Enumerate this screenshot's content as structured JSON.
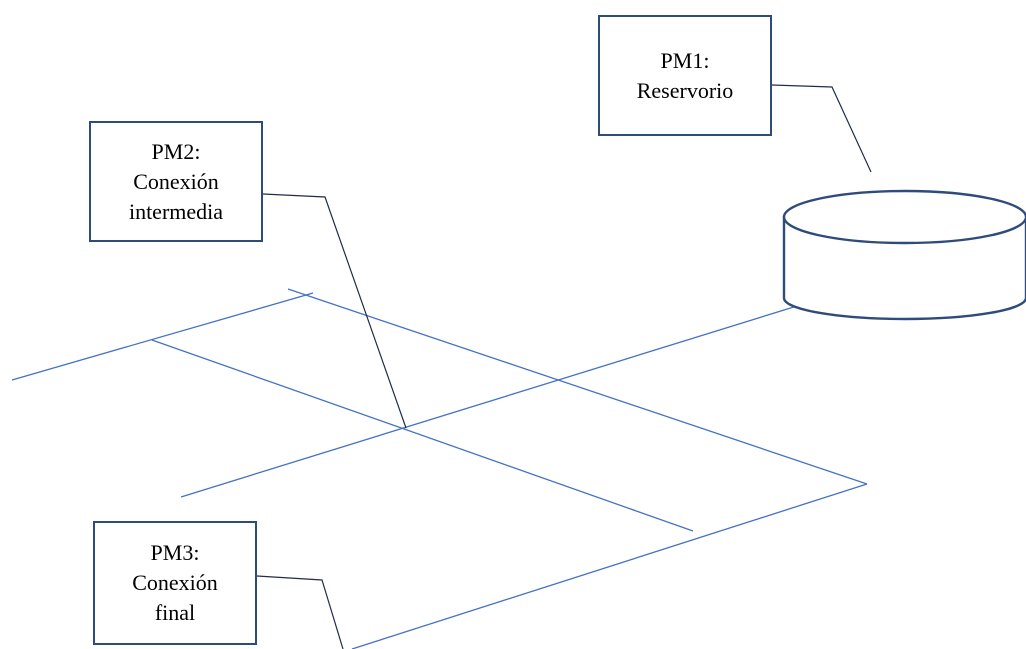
{
  "colors": {
    "pipe": "#4472c4",
    "box_border": "#2f4b7c",
    "leader": "#1f2d4d",
    "tank": "#2f4b7c"
  },
  "labels": {
    "pm1": {
      "code": "PM1:",
      "lines": [
        "Reservorio"
      ]
    },
    "pm2": {
      "code": "PM2:",
      "lines": [
        "Conexión",
        "intermedia"
      ]
    },
    "pm3": {
      "code": "PM3:",
      "lines": [
        "Conexión",
        "final"
      ]
    }
  }
}
